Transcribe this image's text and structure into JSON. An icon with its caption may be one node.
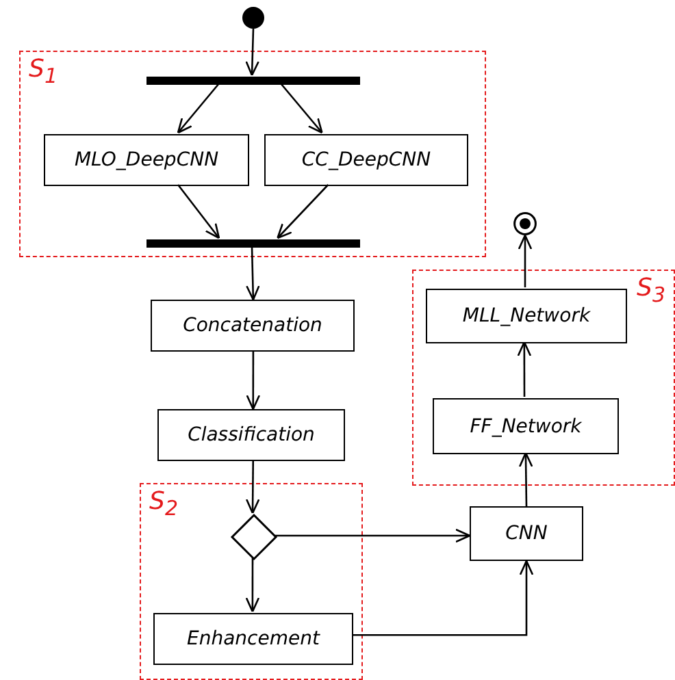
{
  "diagram": {
    "nodes": [
      {
        "text": [],
        "shape": "circle"
      },
      {
        "text": [
          "S$_{1}$"
        ]
      },
      {
        "text": [],
        "shape": "bar",
        "in": 1
      },
      {
        "text": [
          "MLO_DeepCNN"
        ],
        "in": 1
      },
      {
        "text": [
          "CC_DeepCNN"
        ],
        "in": 1
      },
      {
        "text": [],
        "shape": "bar",
        "in": 1
      },
      {
        "text": [
          "Concatenation"
        ]
      },
      {
        "text": [
          "Classification"
        ]
      },
      {
        "text": [
          "S$_{2}$"
        ]
      },
      {
        "text": [],
        "shape": "diamond",
        "in": 8
      },
      {
        "text": [
          "Enhancement"
        ],
        "in": 8
      },
      {
        "text": [
          "CNN"
        ]
      },
      {
        "text": [
          "S$_{3}$"
        ]
      },
      {
        "text": [
          "FF_Network"
        ],
        "in": 12
      },
      {
        "text": [
          "MLL_Network"
        ],
        "in": 12
      },
      {
        "text": [],
        "shape": "circle"
      }
    ],
    "edges": [
      {
        "from": 0,
        "to": 2,
        "arrow": "to"
      },
      {
        "from": 2,
        "to": 3,
        "arrow": "to"
      },
      {
        "from": 2,
        "to": 4,
        "arrow": "to"
      },
      {
        "from": 3,
        "to": 5,
        "arrow": "to"
      },
      {
        "from": 4,
        "to": 5,
        "arrow": "to"
      },
      {
        "from": 5,
        "to": 6,
        "arrow": "to"
      },
      {
        "from": 6,
        "to": 7,
        "arrow": "to"
      },
      {
        "from": 7,
        "to": 9,
        "arrow": "to"
      },
      {
        "from": 9,
        "to": 11,
        "arrow": "to"
      },
      {
        "from": 9,
        "to": 10,
        "arrow": "to"
      },
      {
        "from": 10,
        "to": 11,
        "arrow": "to"
      },
      {
        "from": 11,
        "to": 13,
        "arrow": "to"
      },
      {
        "from": 13,
        "to": 14,
        "arrow": "to"
      },
      {
        "from": 14,
        "to": 15,
        "arrow": "to"
      }
    ]
  }
}
